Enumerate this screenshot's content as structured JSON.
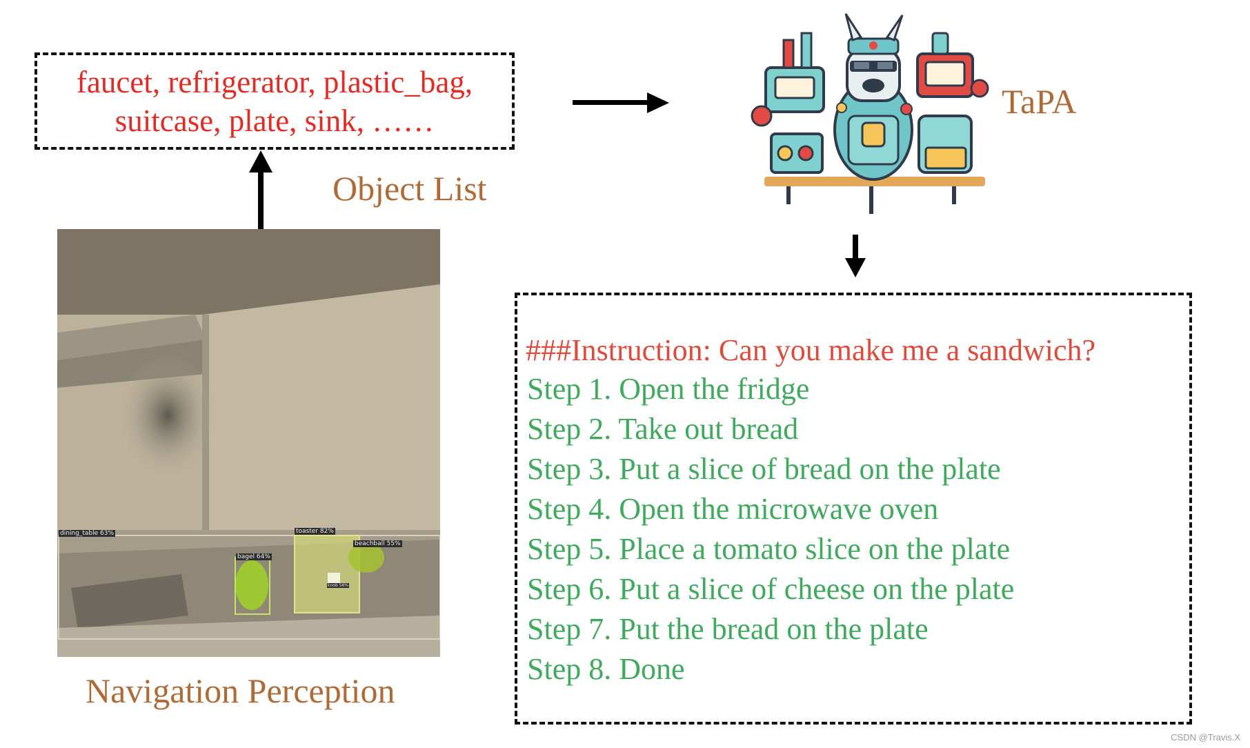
{
  "object_list": {
    "lines": [
      "faucet, refrigerator, plastic_bag,",
      "suitcase, plate, sink, ……"
    ],
    "label": "Object List"
  },
  "tapa": {
    "label": "TaPA"
  },
  "navigation": {
    "label": "Navigation Perception",
    "detections": [
      {
        "label": "dining_table 63%"
      },
      {
        "label": "toaster 82%"
      },
      {
        "label": "beachball 55%"
      },
      {
        "label": "bagel 64%"
      },
      {
        "label": "knob 56%"
      }
    ]
  },
  "plan": {
    "instruction": "###Instruction: Can you make me a sandwich?",
    "steps": [
      "Step 1. Open the fridge",
      "Step 2. Take out bread",
      "Step 3. Put a slice of bread on the plate",
      "Step 4. Open the microwave oven",
      "Step 5. Place a tomato slice on the plate",
      "Step 6. Put a slice of cheese on the plate",
      "Step 7. Put the bread on the plate",
      "Step 8. Done"
    ]
  },
  "watermark": "CSDN @Travis.X",
  "colors": {
    "object_text": "#e42a23",
    "label_brown": "#b06a36",
    "instruction_red": "#e04a3a",
    "step_green": "#3daa5c"
  }
}
